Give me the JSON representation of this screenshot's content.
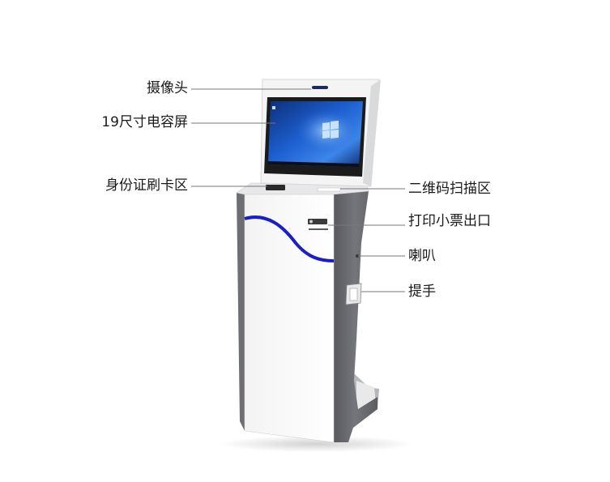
{
  "labels": {
    "camera": "摄像头",
    "touchscreen": "19尺寸电容屏",
    "id_card_area": "身份证刷卡区",
    "qr_scan_area": "二维码扫描区",
    "receipt_printer": "打印小票出口",
    "speaker": "喇叭",
    "handle": "提手"
  },
  "colors": {
    "accent_wave": "#1a1fc0",
    "screen_blue": "#1d5fd0",
    "body_white": "#ffffff",
    "frame_gray": "#6a6c70",
    "bezel": "#1b1b1b"
  }
}
